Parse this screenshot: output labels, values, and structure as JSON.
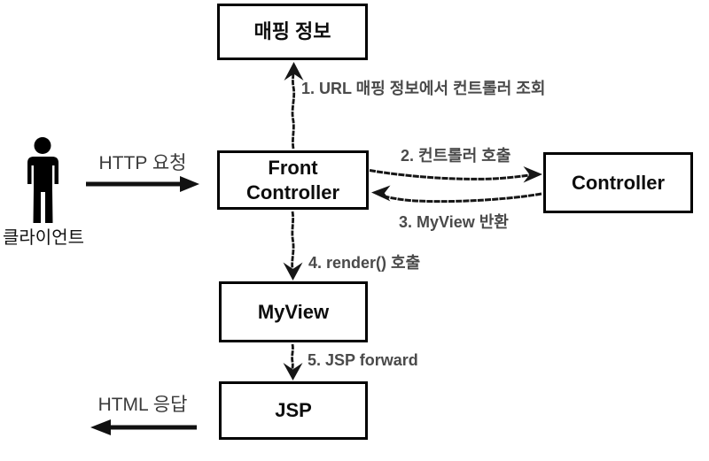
{
  "diagram": {
    "title_implicit": "Front Controller MVC flow",
    "nodes": {
      "mapping_info": "매핑 정보",
      "front_controller_lines": [
        "Front",
        "Controller"
      ],
      "controller": "Controller",
      "myview": "MyView",
      "jsp": "JSP"
    },
    "actor": "클라이언트",
    "flows": {
      "http_request": "HTTP 요청",
      "step1": "1. URL 매핑 정보에서 컨트롤러 조회",
      "step2": "2. 컨트롤러 호출",
      "step3": "3. MyView 반환",
      "step4": "4. render() 호출",
      "step5": "5. JSP forward",
      "html_response": "HTML 응답"
    },
    "colors": {
      "background": "#ffffff",
      "box_border": "#000000",
      "box_text": "#0d0d0d",
      "step_label": "#4a4a4a",
      "flow_label": "#3a3a3a",
      "arrow": "#111111"
    }
  }
}
